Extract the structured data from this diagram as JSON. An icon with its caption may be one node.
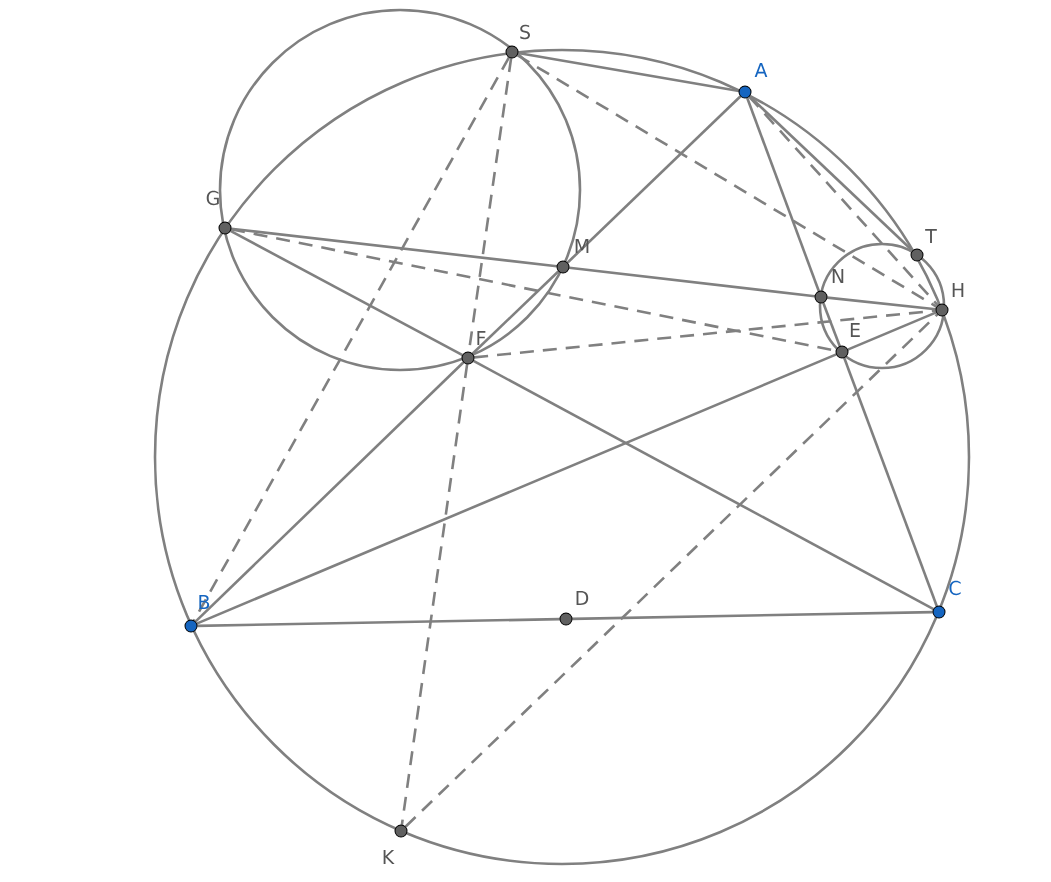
{
  "diagram": {
    "nodes": [
      {
        "text": [
          "S"
        ]
      },
      {
        "text": [
          "A"
        ]
      },
      {
        "text": [
          "G"
        ]
      },
      {
        "text": [
          "T"
        ]
      },
      {
        "text": [
          "M"
        ]
      },
      {
        "text": [
          "N"
        ]
      },
      {
        "text": [
          "H"
        ]
      },
      {
        "text": [
          "E"
        ]
      },
      {
        "text": [
          "F"
        ]
      },
      {
        "text": [
          "C"
        ]
      },
      {
        "text": [
          "D"
        ]
      },
      {
        "text": [
          "B"
        ]
      },
      {
        "text": [
          "K"
        ]
      }
    ],
    "edges": [
      {
        "from": 0,
        "to": 1,
        "arrow": "none"
      },
      {
        "from": 1,
        "to": 3,
        "arrow": "none"
      },
      {
        "from": 1,
        "to": 4,
        "arrow": "none"
      },
      {
        "from": 4,
        "to": 8,
        "arrow": "none"
      },
      {
        "from": 8,
        "to": 11,
        "arrow": "none"
      },
      {
        "from": 1,
        "to": 5,
        "arrow": "none"
      },
      {
        "from": 5,
        "to": 7,
        "arrow": "none"
      },
      {
        "from": 7,
        "to": 9,
        "arrow": "none"
      },
      {
        "from": 2,
        "to": 4,
        "arrow": "none"
      },
      {
        "from": 4,
        "to": 5,
        "arrow": "none"
      },
      {
        "from": 5,
        "to": 6,
        "arrow": "none"
      },
      {
        "from": 2,
        "to": 8,
        "arrow": "none"
      },
      {
        "from": 8,
        "to": 9,
        "arrow": "none"
      },
      {
        "from": 11,
        "to": 7,
        "arrow": "none"
      },
      {
        "from": 7,
        "to": 6,
        "arrow": "none"
      },
      {
        "from": 11,
        "to": 10,
        "arrow": "none"
      },
      {
        "from": 10,
        "to": 9,
        "arrow": "none"
      },
      {
        "from": 0,
        "to": 11,
        "arrow": "none",
        "style": "dashed"
      },
      {
        "from": 0,
        "to": 8,
        "arrow": "none",
        "style": "dashed"
      },
      {
        "from": 8,
        "to": 12,
        "arrow": "none",
        "style": "dashed"
      },
      {
        "from": 0,
        "to": 6,
        "arrow": "none",
        "style": "dashed"
      },
      {
        "from": 1,
        "to": 6,
        "arrow": "none",
        "style": "dashed"
      },
      {
        "from": 2,
        "to": 7,
        "arrow": "none",
        "style": "dashed"
      },
      {
        "from": 8,
        "to": 6,
        "arrow": "none",
        "style": "dashed"
      },
      {
        "from": 12,
        "to": 6,
        "arrow": "none",
        "style": "dashed"
      }
    ]
  }
}
